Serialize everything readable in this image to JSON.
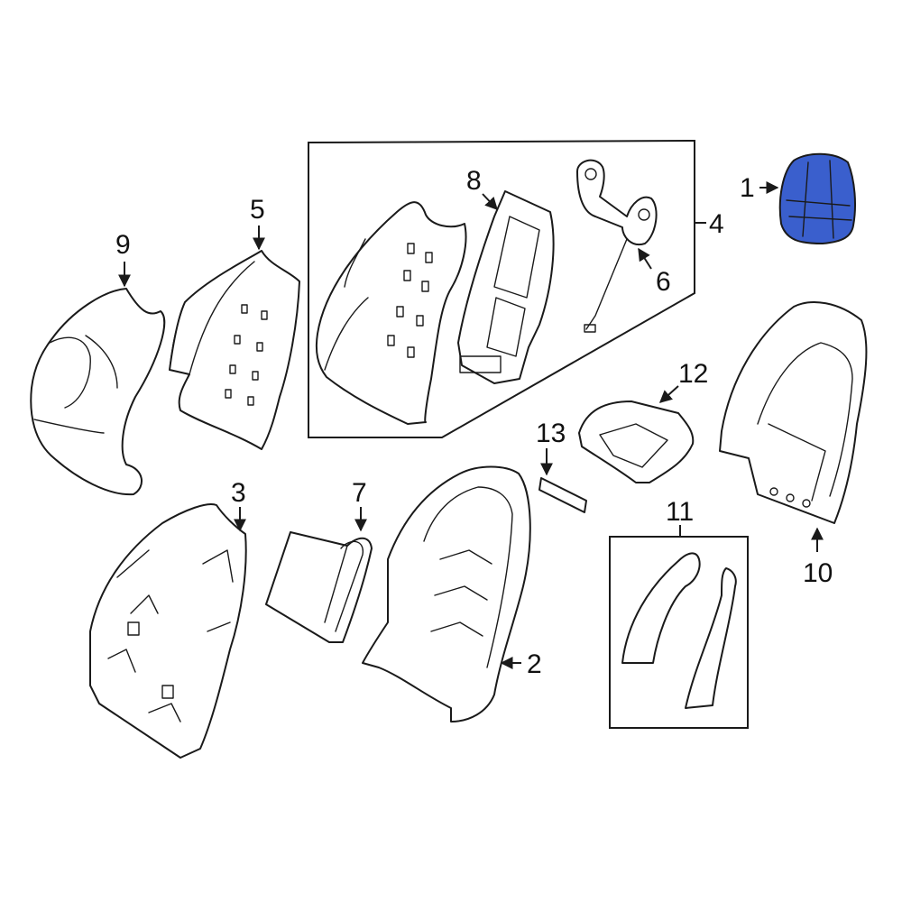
{
  "diagram": {
    "highlight_color": "#3a5fcd",
    "callouts": [
      {
        "id": "1",
        "label": "1"
      },
      {
        "id": "2",
        "label": "2"
      },
      {
        "id": "3",
        "label": "3"
      },
      {
        "id": "4",
        "label": "4"
      },
      {
        "id": "5",
        "label": "5"
      },
      {
        "id": "6",
        "label": "6"
      },
      {
        "id": "7",
        "label": "7"
      },
      {
        "id": "8",
        "label": "8"
      },
      {
        "id": "9",
        "label": "9"
      },
      {
        "id": "10",
        "label": "10"
      },
      {
        "id": "11",
        "label": "11"
      },
      {
        "id": "12",
        "label": "12"
      },
      {
        "id": "13",
        "label": "13"
      }
    ]
  }
}
